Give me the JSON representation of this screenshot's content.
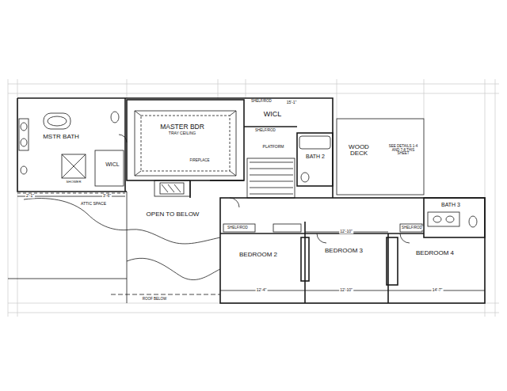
{
  "diagram": {
    "nodes": [
      {
        "text": [
          "MSTR BATH"
        ]
      },
      {
        "text": [
          "WICL"
        ]
      },
      {
        "text": [
          "MASTER BDR",
          "TRAY CEILING"
        ]
      },
      {
        "text": [
          "WICL"
        ]
      },
      {
        "text": [
          "BATH 2"
        ]
      },
      {
        "text": [
          "WOOD DECK",
          "SEE DETAILS 1-4 AND 7-8 THIS SHEET"
        ]
      },
      {
        "text": [
          "BATH 3"
        ]
      },
      {
        "text": [
          "BEDROOM 2"
        ]
      },
      {
        "text": [
          "BEDROOM 3"
        ]
      },
      {
        "text": [
          "BEDROOM 4"
        ]
      }
    ],
    "labels": [
      "OPEN TO BELOW",
      "ATTIC SPACE",
      "FIREPLACE",
      "ROOF BELOW",
      "PLATFORM",
      "SHELF/ROD",
      "SHELF/ROD",
      "SHELF/ROD",
      "SHELF/ROD",
      "SHOWER",
      "12'-4\"",
      "12'-10\"",
      "12'-10\"",
      "14'-7\"",
      "15'-1\"",
      "2'-1\"",
      "3'-6\""
    ]
  }
}
